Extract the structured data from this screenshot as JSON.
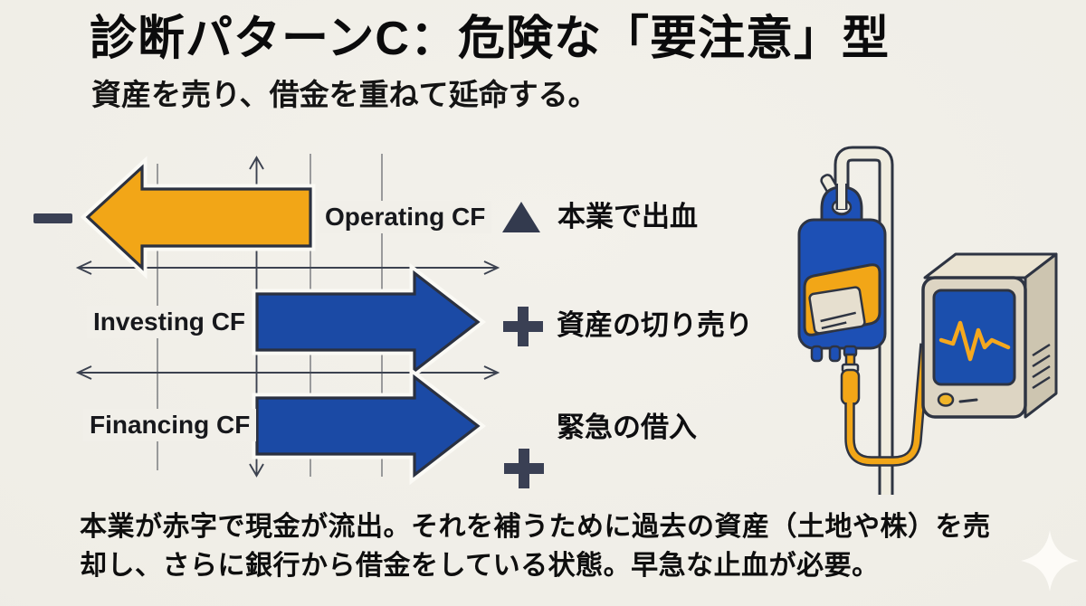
{
  "title": "診断パターンC：危険な「要注意」型",
  "subtitle": "資産を売り、借金を重ねて延命する。",
  "diagram": {
    "axis_sign_left": "−",
    "rows": [
      {
        "label": "Operating CF",
        "direction": "negative-left",
        "sign_glyph": "▲",
        "annotation": "本業で出血",
        "arrow_color": "#f2a617"
      },
      {
        "label": "Investing CF",
        "direction": "positive-right",
        "sign_glyph": "＋",
        "annotation": "資産の切り売り",
        "arrow_color": "#1b4aa5"
      },
      {
        "label": "Financing CF",
        "direction": "positive-right",
        "sign_glyph": "＋",
        "annotation": "緊急の借入",
        "arrow_color": "#1b4aa5"
      }
    ]
  },
  "footer": {
    "line1": "本業が赤字で現金が流出。それを補うために過去の資産（土地や株）を売",
    "line2": "却し、さらに銀行から借金をしている状態。早急な止血が必要。"
  },
  "icons": {
    "minus": "minus-sign",
    "plus": "plus-sign",
    "triangle": "negative-triangle",
    "sparkle": "✦",
    "illustration": "iv-blood-bag-and-heart-monitor"
  },
  "colors": {
    "background": "#f0eee8",
    "orange": "#f2a617",
    "blue": "#1b4aa5",
    "dark_navy": "#3a4054",
    "monitor_beige": "#ddd5c3",
    "screen_blue": "#1b4fad",
    "text": "#101010"
  }
}
